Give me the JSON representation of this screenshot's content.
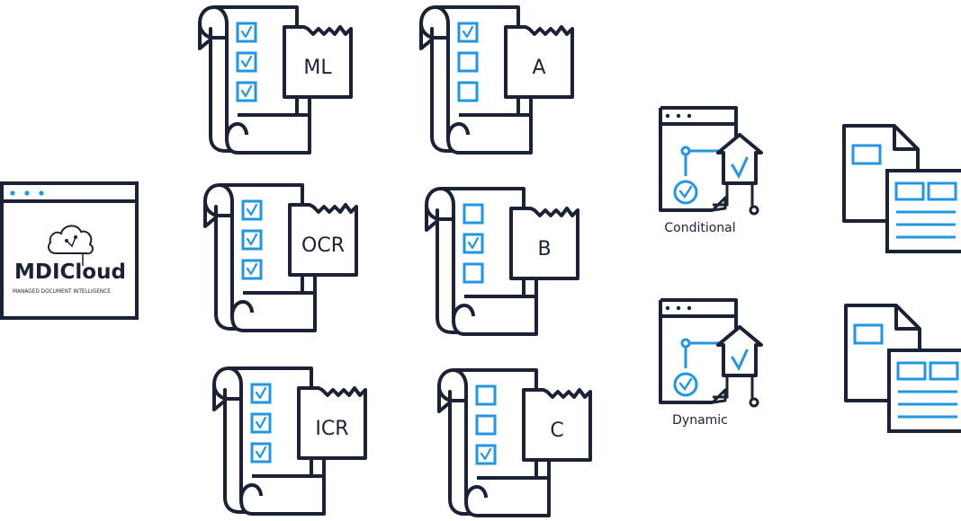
{
  "colors": {
    "ink": "#1b2235",
    "accent": "#2196e3",
    "white": "#ffffff"
  },
  "app": {
    "logo_brand": "MDICloud",
    "logo_tagline": "MANAGED DOCUMENT INTELLIGENCE"
  },
  "scrolls": [
    {
      "label": "ML",
      "checks": [
        true,
        true,
        true
      ]
    },
    {
      "label": "A",
      "checks": [
        true,
        false,
        false
      ]
    },
    {
      "label": "OCR",
      "checks": [
        true,
        true,
        true
      ]
    },
    {
      "label": "B",
      "checks": [
        false,
        true,
        false
      ]
    },
    {
      "label": "ICR",
      "checks": [
        true,
        true,
        true
      ]
    },
    {
      "label": "C",
      "checks": [
        false,
        false,
        true
      ]
    }
  ],
  "workflows": [
    {
      "label": "Conditional"
    },
    {
      "label": "Dynamic"
    }
  ],
  "documents": [
    {
      "icon": "documents-icon"
    },
    {
      "icon": "documents-icon"
    }
  ]
}
